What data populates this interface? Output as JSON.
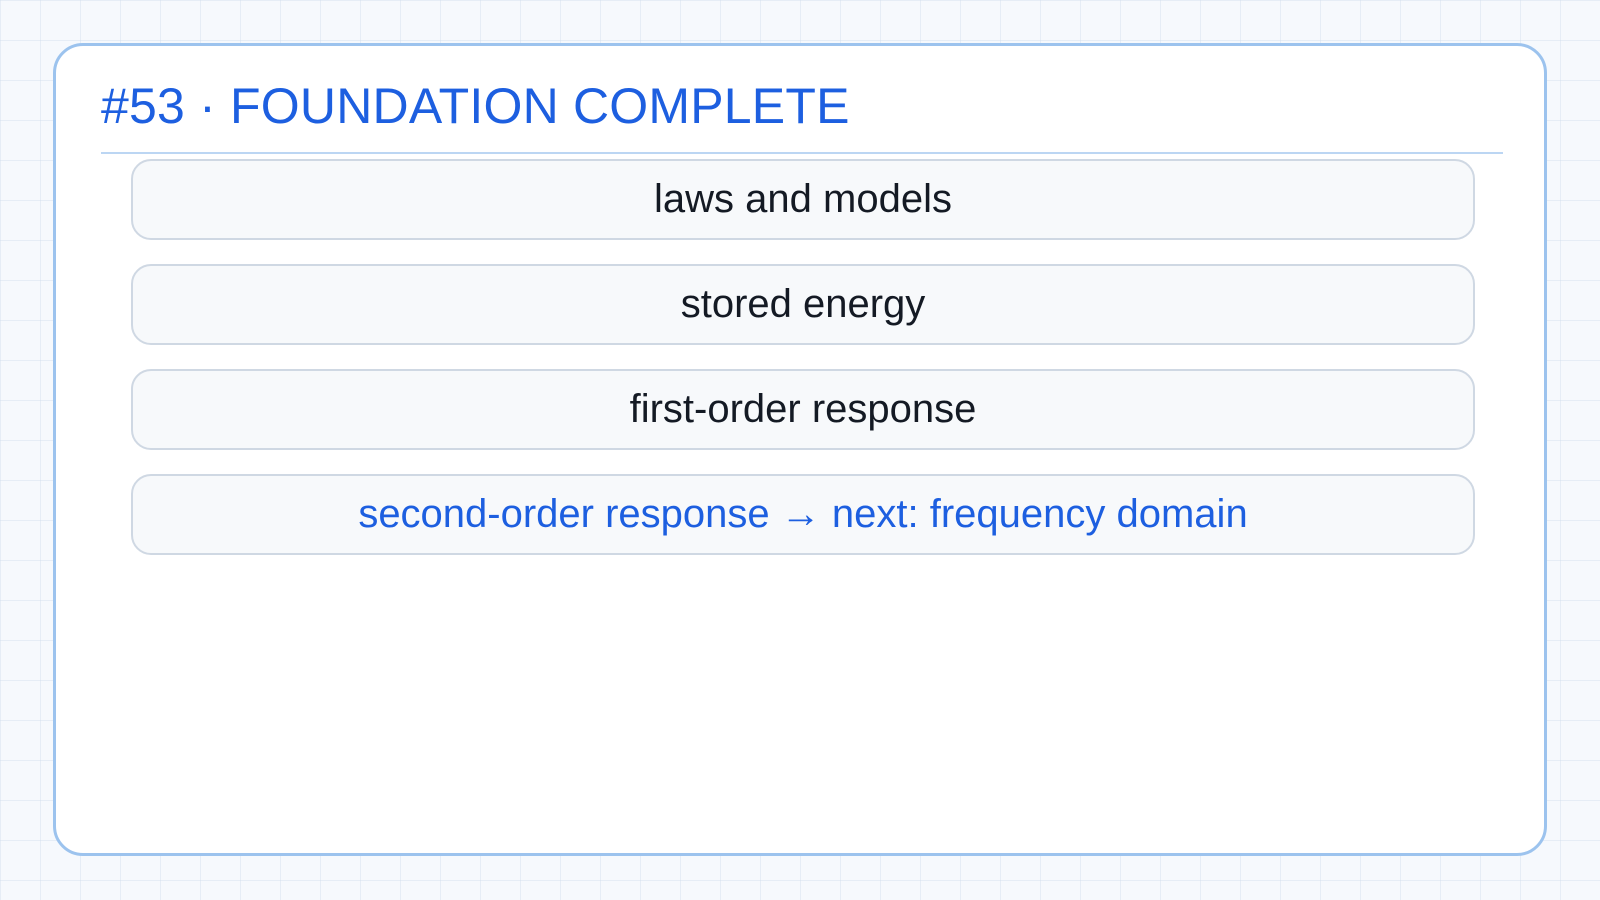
{
  "card": {
    "title": "#53 · FOUNDATION COMPLETE"
  },
  "steps": [
    {
      "label": "laws and models",
      "highlight": false
    },
    {
      "label": "stored energy",
      "highlight": false
    },
    {
      "label": "first-order response",
      "highlight": false
    },
    {
      "label": "second-order response → next: frequency domain",
      "highlight": true
    }
  ],
  "colors": {
    "accent": "#1d5fe0",
    "card_border": "#9cc3ee",
    "step_border": "#cfd8e3",
    "step_fill": "#f7f9fb",
    "text": "#141a24"
  }
}
